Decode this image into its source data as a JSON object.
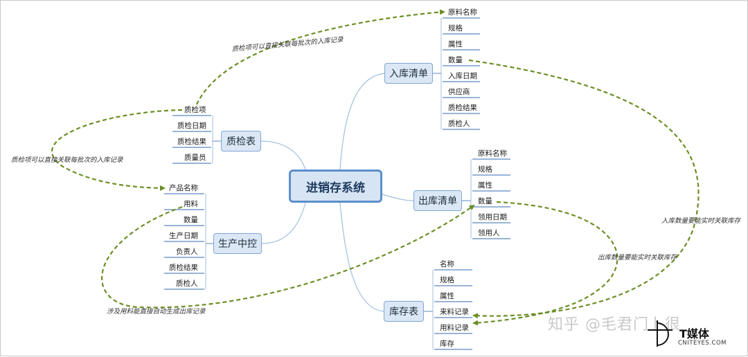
{
  "root": {
    "label": "进销存系统"
  },
  "branches": {
    "inbound": {
      "label": "入库清单",
      "items": [
        "原料名称",
        "规格",
        "属性",
        "数量",
        "入库日期",
        "供应商",
        "质检结果",
        "质检人"
      ]
    },
    "outbound": {
      "label": "出库清单",
      "items": [
        "原料名称",
        "规格",
        "属性",
        "数量",
        "领用日期",
        "领用人"
      ]
    },
    "inventory": {
      "label": "库存表",
      "items": [
        "名称",
        "规格",
        "属性",
        "来料记录",
        "用料记录",
        "库存"
      ]
    },
    "qc": {
      "label": "质检表",
      "items": [
        "质检项",
        "质检日期",
        "质检结果",
        "质量员"
      ]
    },
    "production": {
      "label": "生产中控",
      "items": [
        "产品名称",
        "用料",
        "数量",
        "生产日期",
        "负责人",
        "质检结果",
        "质检人"
      ]
    }
  },
  "annotations": {
    "qc_to_inbound": "质检项可以直接关联每批次的入库记录",
    "qc_to_production": "质检项可以直接关联每批次的入库记录",
    "inbound_qty": "入库数量要能实时关联库存",
    "outbound_qty": "出库数量要能实时关联库存",
    "production_usage": "涉及用料能直接自动生成出库记录"
  },
  "watermark": {
    "zhihu": "知乎 @毛君门卜很",
    "brand": "T媒体",
    "site": "CNITEYES.COM"
  },
  "colors": {
    "connector": "#9fbde0",
    "leaf_line": "#5b87bd",
    "dashed_arrow": "#6b8e23",
    "root_border": "#5b8fcb",
    "node_fill": "#dbe7f5"
  }
}
